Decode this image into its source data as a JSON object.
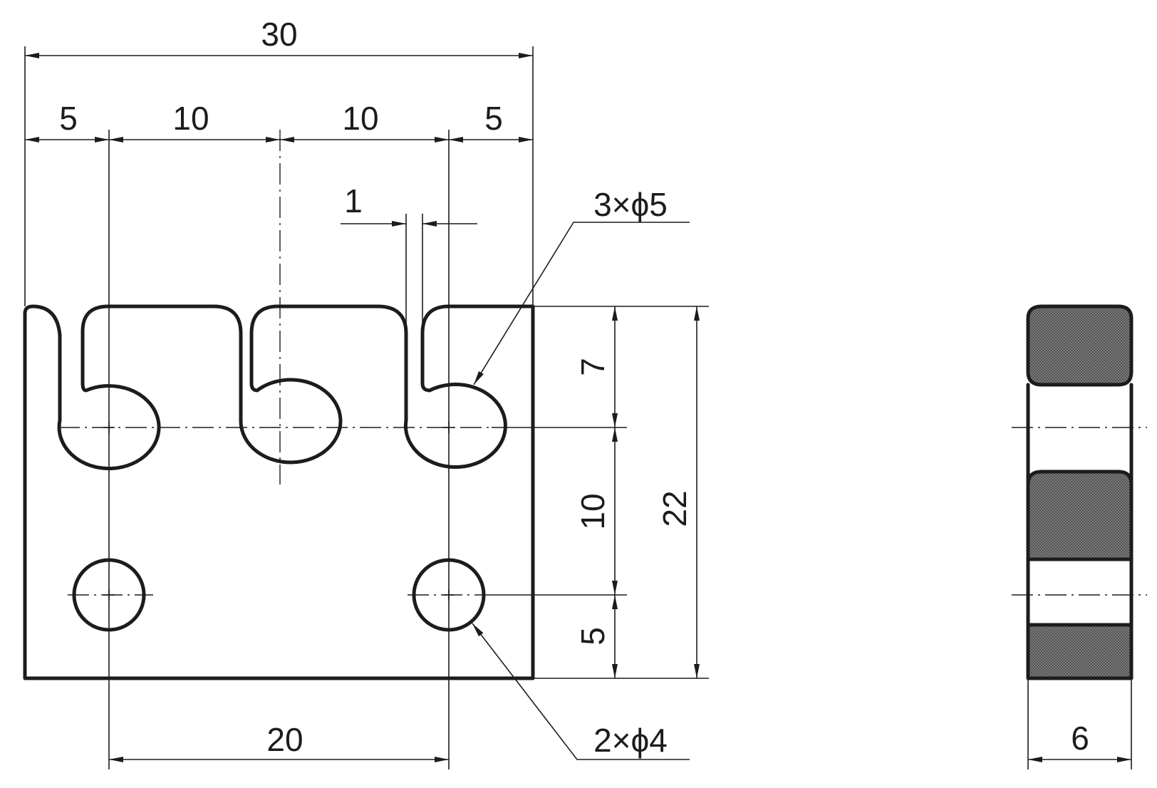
{
  "dimensions": {
    "overall_width": "30",
    "left_edge_to_hole": "5",
    "hole_pitch_1": "10",
    "hole_pitch_2": "10",
    "hole_to_right_edge": "5",
    "slot_gap": "1",
    "top_to_upper_holes": "7",
    "upper_to_lower_holes": "10",
    "lower_holes_to_bottom": "5",
    "overall_height": "22",
    "lower_hole_spacing": "20",
    "thickness": "6"
  },
  "callouts": {
    "upper_holes": "3×ϕ5",
    "lower_holes": "2×ϕ4"
  },
  "colors": {
    "line": "#1c1c1c",
    "hatch": "#6a6a6a",
    "background": "#ffffff"
  }
}
